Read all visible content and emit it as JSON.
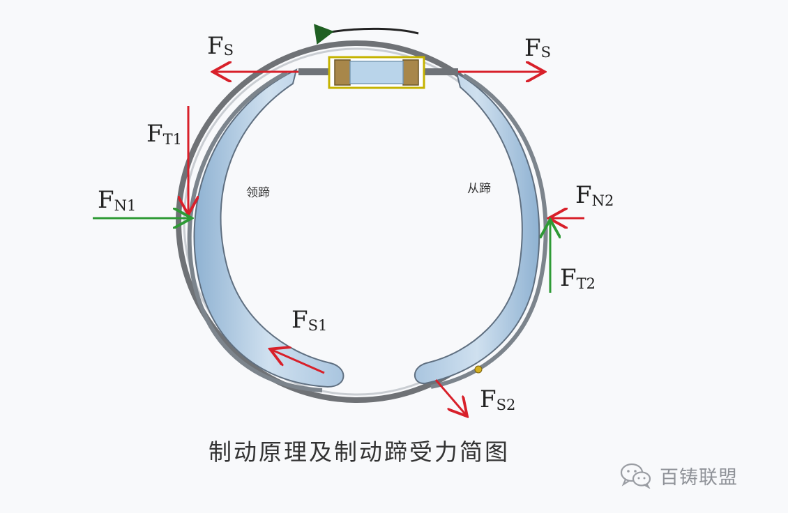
{
  "labels": {
    "fs_left": {
      "main": "F",
      "sub": "S"
    },
    "fs_right": {
      "main": "F",
      "sub": "S"
    },
    "ft1": {
      "main": "F",
      "sub": "T1"
    },
    "fn1": {
      "main": "F",
      "sub": "N1"
    },
    "fn2": {
      "main": "F",
      "sub": "N2"
    },
    "ft2": {
      "main": "F",
      "sub": "T2"
    },
    "fs1": {
      "main": "F",
      "sub": "S1"
    },
    "fs2": {
      "main": "F",
      "sub": "S2"
    }
  },
  "shoes": {
    "leading": "领蹄",
    "trailing": "从蹄"
  },
  "caption": "制动原理及制动蹄受力简图",
  "watermark": {
    "icon": "wechat-icon",
    "text": "百铸联盟"
  },
  "colors": {
    "red_arrow": "#d8202a",
    "green_arrow": "#2e9a35",
    "drum": "#6f7276",
    "shoe_fill": "#a8c6e0",
    "cylinder_body": "#b9d4ea",
    "cylinder_frame": "#c5b300"
  }
}
